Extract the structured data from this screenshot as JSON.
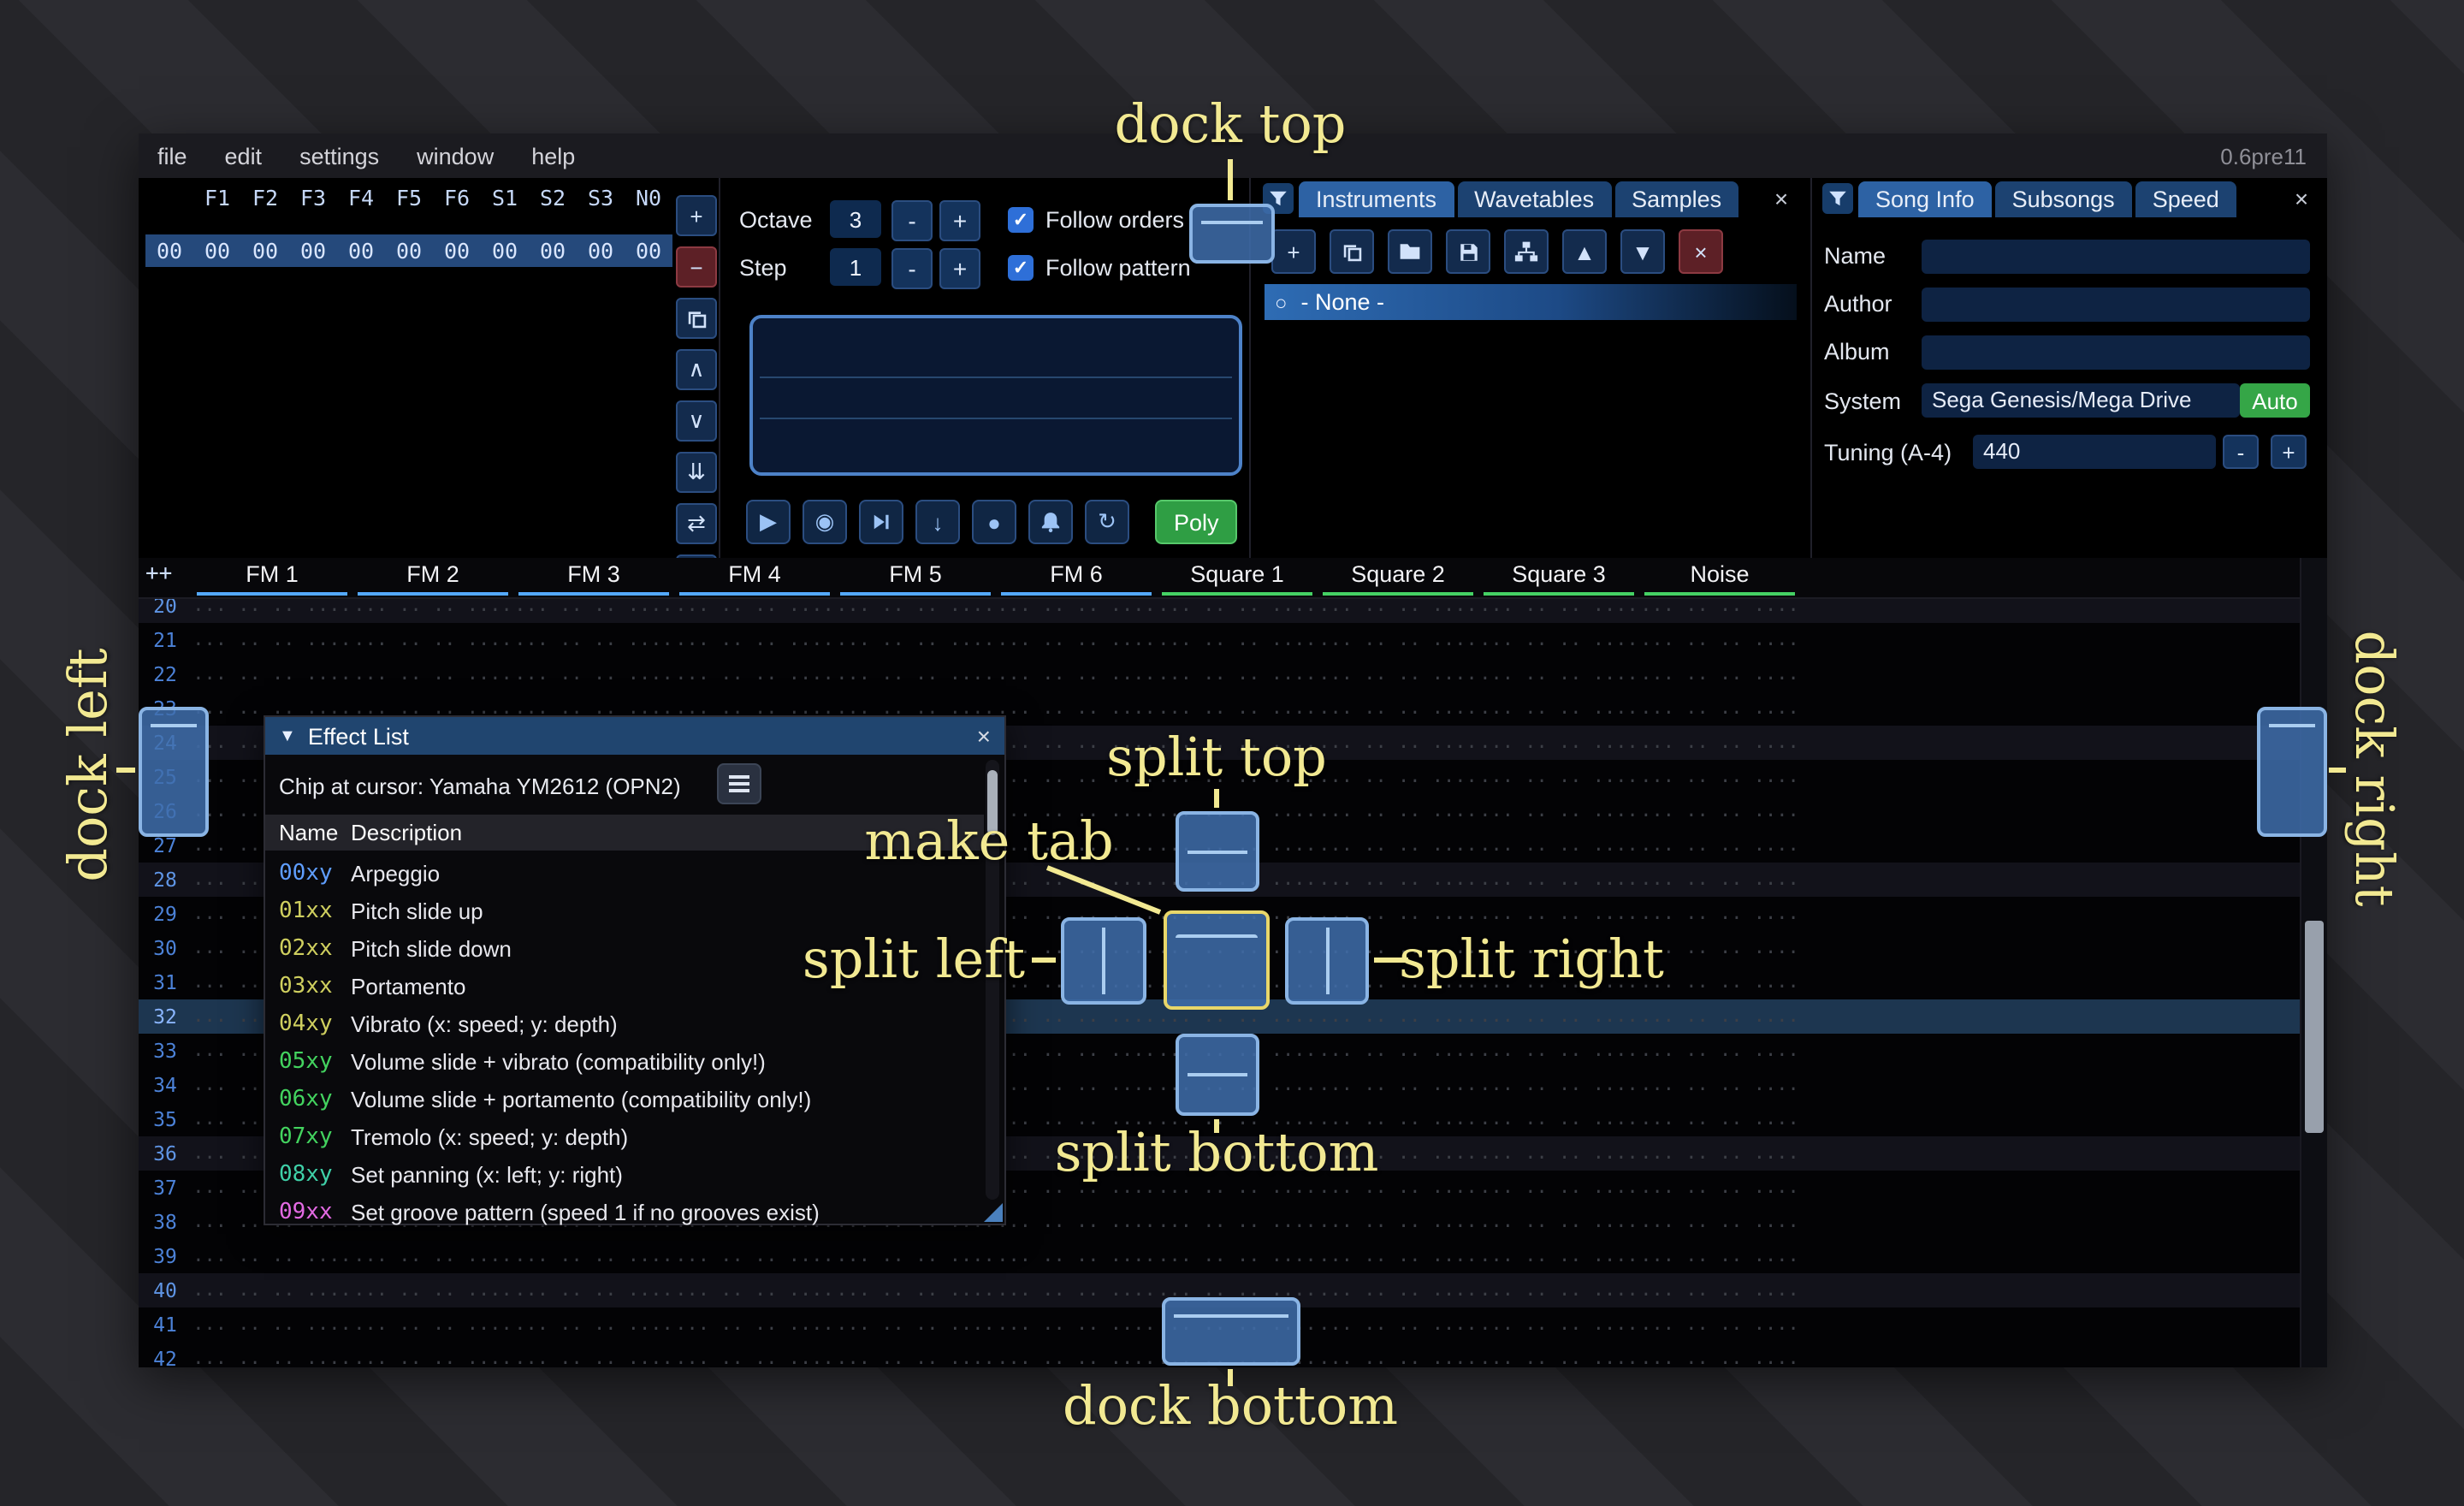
{
  "app": {
    "version": "0.6pre11"
  },
  "menu": {
    "items": [
      "file",
      "edit",
      "settings",
      "window",
      "help"
    ]
  },
  "orders": {
    "row_index": "00",
    "channel_headers": [
      "F1",
      "F2",
      "F3",
      "F4",
      "F5",
      "F6",
      "S1",
      "S2",
      "S3",
      "N0"
    ],
    "row_values": [
      "00",
      "00",
      "00",
      "00",
      "00",
      "00",
      "00",
      "00",
      "00",
      "00"
    ],
    "toolbar": [
      {
        "name": "add-order-button",
        "glyph": "+"
      },
      {
        "name": "remove-order-button",
        "glyph": "−",
        "variant": "danger"
      },
      {
        "name": "duplicate-order-button",
        "icon": "duplicate"
      },
      {
        "name": "move-order-up-button",
        "glyph": "∧"
      },
      {
        "name": "move-order-down-button",
        "glyph": "∨"
      },
      {
        "name": "duplicate-order-end-button",
        "glyph": "⇊"
      },
      {
        "name": "order-change-mode-button",
        "glyph": "⇄"
      },
      {
        "name": "order-edit-cursor-button",
        "icon": "cursor"
      }
    ]
  },
  "controls": {
    "octave_label": "Octave",
    "octave_value": "3",
    "step_label": "Step",
    "step_value": "1",
    "minus": "-",
    "plus": "+",
    "check_glyph": "✓",
    "follow_orders": "Follow orders",
    "follow_pattern": "Follow pattern",
    "poly": "Poly",
    "transport": [
      {
        "name": "play-button",
        "glyph": "▶"
      },
      {
        "name": "play-from-cursor-button",
        "glyph": "◉"
      },
      {
        "name": "play-one-row-button",
        "icon": "step"
      },
      {
        "name": "edit-step-down-button",
        "glyph": "↓"
      },
      {
        "name": "record-button",
        "glyph": "●"
      },
      {
        "name": "metronome-button",
        "icon": "bell"
      },
      {
        "name": "repeat-pattern-button",
        "glyph": "↻"
      }
    ]
  },
  "instruments_panel": {
    "tabs": [
      "Instruments",
      "Wavetables",
      "Samples"
    ],
    "active_tab": "Instruments",
    "close": "×",
    "toolbar": [
      {
        "name": "add-instrument-button",
        "glyph": "+"
      },
      {
        "name": "duplicate-instrument-button",
        "icon": "duplicate"
      },
      {
        "name": "open-instrument-button",
        "icon": "folder"
      },
      {
        "name": "save-instrument-button",
        "icon": "floppy"
      },
      {
        "name": "organize-instruments-button",
        "icon": "sitemap"
      },
      {
        "name": "move-instrument-up-button",
        "glyph": "▲"
      },
      {
        "name": "move-instrument-down-button",
        "glyph": "▼"
      },
      {
        "name": "delete-instrument-button",
        "glyph": "×",
        "variant": "danger"
      }
    ],
    "list": [
      {
        "radio": "○",
        "label": "- None -"
      }
    ]
  },
  "song_info": {
    "tabs": [
      "Song Info",
      "Subsongs",
      "Speed"
    ],
    "active_tab": "Song Info",
    "close": "×",
    "fields": {
      "name_label": "Name",
      "name_value": "",
      "author_label": "Author",
      "author_value": "",
      "album_label": "Album",
      "album_value": "",
      "system_label": "System",
      "system_value": "Sega Genesis/Mega Drive",
      "auto_button": "Auto",
      "tuning_label": "Tuning (A-4)",
      "tuning_value": "440",
      "minus": "-",
      "plus": "+"
    }
  },
  "pattern": {
    "add_channel_button": "++",
    "channels": [
      {
        "label": "FM 1",
        "accent": "#54a9ff"
      },
      {
        "label": "FM 2",
        "accent": "#54a9ff"
      },
      {
        "label": "FM 3",
        "accent": "#54a9ff"
      },
      {
        "label": "FM 4",
        "accent": "#54a9ff"
      },
      {
        "label": "FM 5",
        "accent": "#54a9ff"
      },
      {
        "label": "FM 6",
        "accent": "#54a9ff"
      },
      {
        "label": "Square 1",
        "accent": "#45d164"
      },
      {
        "label": "Square 2",
        "accent": "#45d164"
      },
      {
        "label": "Square 3",
        "accent": "#45d164"
      },
      {
        "label": "Noise",
        "accent": "#45d164"
      }
    ],
    "row_numbers": [
      "20",
      "21",
      "22",
      "23",
      "24",
      "25",
      "26",
      "27",
      "28",
      "29",
      "30",
      "31",
      "32",
      "33",
      "34",
      "35",
      "36",
      "37",
      "38",
      "39",
      "40",
      "41",
      "42"
    ],
    "empty_cell": "... .. .. ...."
  },
  "effect_list": {
    "collapse_icon": "▼",
    "title": "Effect List",
    "close": "×",
    "chip_line": "Chip at cursor: Yamaha YM2612 (OPN2)",
    "columns": [
      "Name",
      "Description"
    ],
    "rows": [
      {
        "code": "00xy",
        "color": "#5f9eff",
        "desc": "Arpeggio"
      },
      {
        "code": "01xx",
        "color": "#cfcf5f",
        "desc": "Pitch slide up"
      },
      {
        "code": "02xx",
        "color": "#cfcf5f",
        "desc": "Pitch slide down"
      },
      {
        "code": "03xx",
        "color": "#cfcf5f",
        "desc": "Portamento"
      },
      {
        "code": "04xy",
        "color": "#cfcf5f",
        "desc": "Vibrato (x: speed; y: depth)"
      },
      {
        "code": "05xy",
        "color": "#43d35f",
        "desc": "Volume slide + vibrato (compatibility only!)"
      },
      {
        "code": "06xy",
        "color": "#43d35f",
        "desc": "Volume slide + portamento (compatibility only!)"
      },
      {
        "code": "07xy",
        "color": "#43d35f",
        "desc": "Tremolo (x: speed; y: depth)"
      },
      {
        "code": "08xy",
        "color": "#3fd0a8",
        "desc": "Set panning (x: left; y: right)"
      },
      {
        "code": "09xx",
        "color": "#e36ae3",
        "desc": "Set groove pattern (speed 1 if no grooves exist)"
      }
    ]
  },
  "dock_overlay": {
    "label_color": "#f2e992",
    "labels": {
      "dock_top": "dock top",
      "dock_left": "dock left",
      "dock_right": "dock right",
      "dock_bottom": "dock bottom",
      "split_top": "split top",
      "split_left": "split left",
      "split_right": "split right",
      "split_bottom": "split bottom",
      "make_tab": "make tab"
    }
  }
}
